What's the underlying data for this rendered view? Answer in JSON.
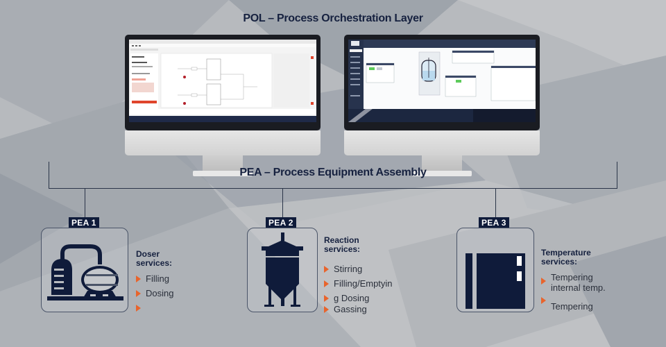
{
  "diagram": {
    "pol_title": "POL – Process Orchestration Layer",
    "pea_title": "PEA – Process Equipment Assembly",
    "monitors": [
      {
        "name": "orchestration-designer-screen",
        "theme": "light",
        "accent": "#e0452c"
      },
      {
        "name": "process-visualization-screen",
        "theme": "dark",
        "accent": "#1e2c48"
      }
    ],
    "peas": [
      {
        "label": "PEA 1",
        "icon": "doser-tank-icon",
        "services_title_line1": "Doser",
        "services_title_line2": "services:",
        "items": [
          "Filling",
          "Dosing",
          ""
        ]
      },
      {
        "label": "PEA 2",
        "icon": "reactor-vessel-icon",
        "services_title_line1": "Reaction",
        "services_title_line2": "services:",
        "items": [
          "Stirring",
          "Filling/Emptyin",
          "g Dosing",
          "Gassing"
        ]
      },
      {
        "label": "PEA 3",
        "icon": "temperature-cabinet-icon",
        "services_title_line1": "Temperature",
        "services_title_line2": "services:",
        "items": [
          "Tempering internal temp.",
          "Tempering"
        ]
      }
    ],
    "colors": {
      "navy": "#0f1b3a",
      "arrow": "#e8642c",
      "background": "#b9bcc0"
    }
  }
}
